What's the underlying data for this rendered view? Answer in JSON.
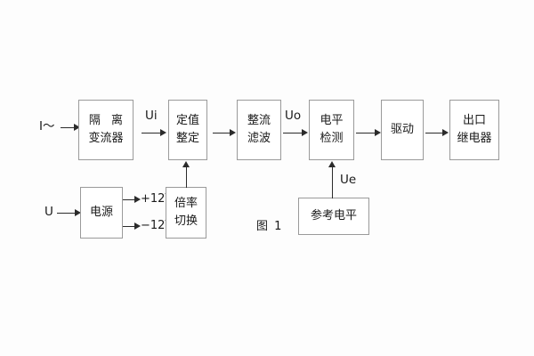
{
  "diagram": {
    "caption": "图 1",
    "blocks": [
      {
        "id": "isolation-ct",
        "lines": [
          "隔 离",
          "变流器"
        ]
      },
      {
        "id": "setting",
        "lines": [
          "定值",
          "整定"
        ]
      },
      {
        "id": "rectify-filter",
        "lines": [
          "整流",
          "滤波"
        ]
      },
      {
        "id": "level-detect",
        "lines": [
          "电平",
          "检测"
        ]
      },
      {
        "id": "drive",
        "lines": [
          "驱动"
        ]
      },
      {
        "id": "output-relay",
        "lines": [
          "出口",
          "继电器"
        ]
      },
      {
        "id": "power-supply",
        "lines": [
          "电源"
        ]
      },
      {
        "id": "ratio-switch",
        "lines": [
          "倍率",
          "切换"
        ]
      },
      {
        "id": "reference-level",
        "lines": [
          "参考电平"
        ]
      }
    ],
    "signals": {
      "current_input": "I～",
      "voltage_input": "U",
      "ui": "Ui",
      "uo": "Uo",
      "ue": "Ue",
      "rail_positive": "+12V",
      "rail_negative": "−12V"
    }
  }
}
